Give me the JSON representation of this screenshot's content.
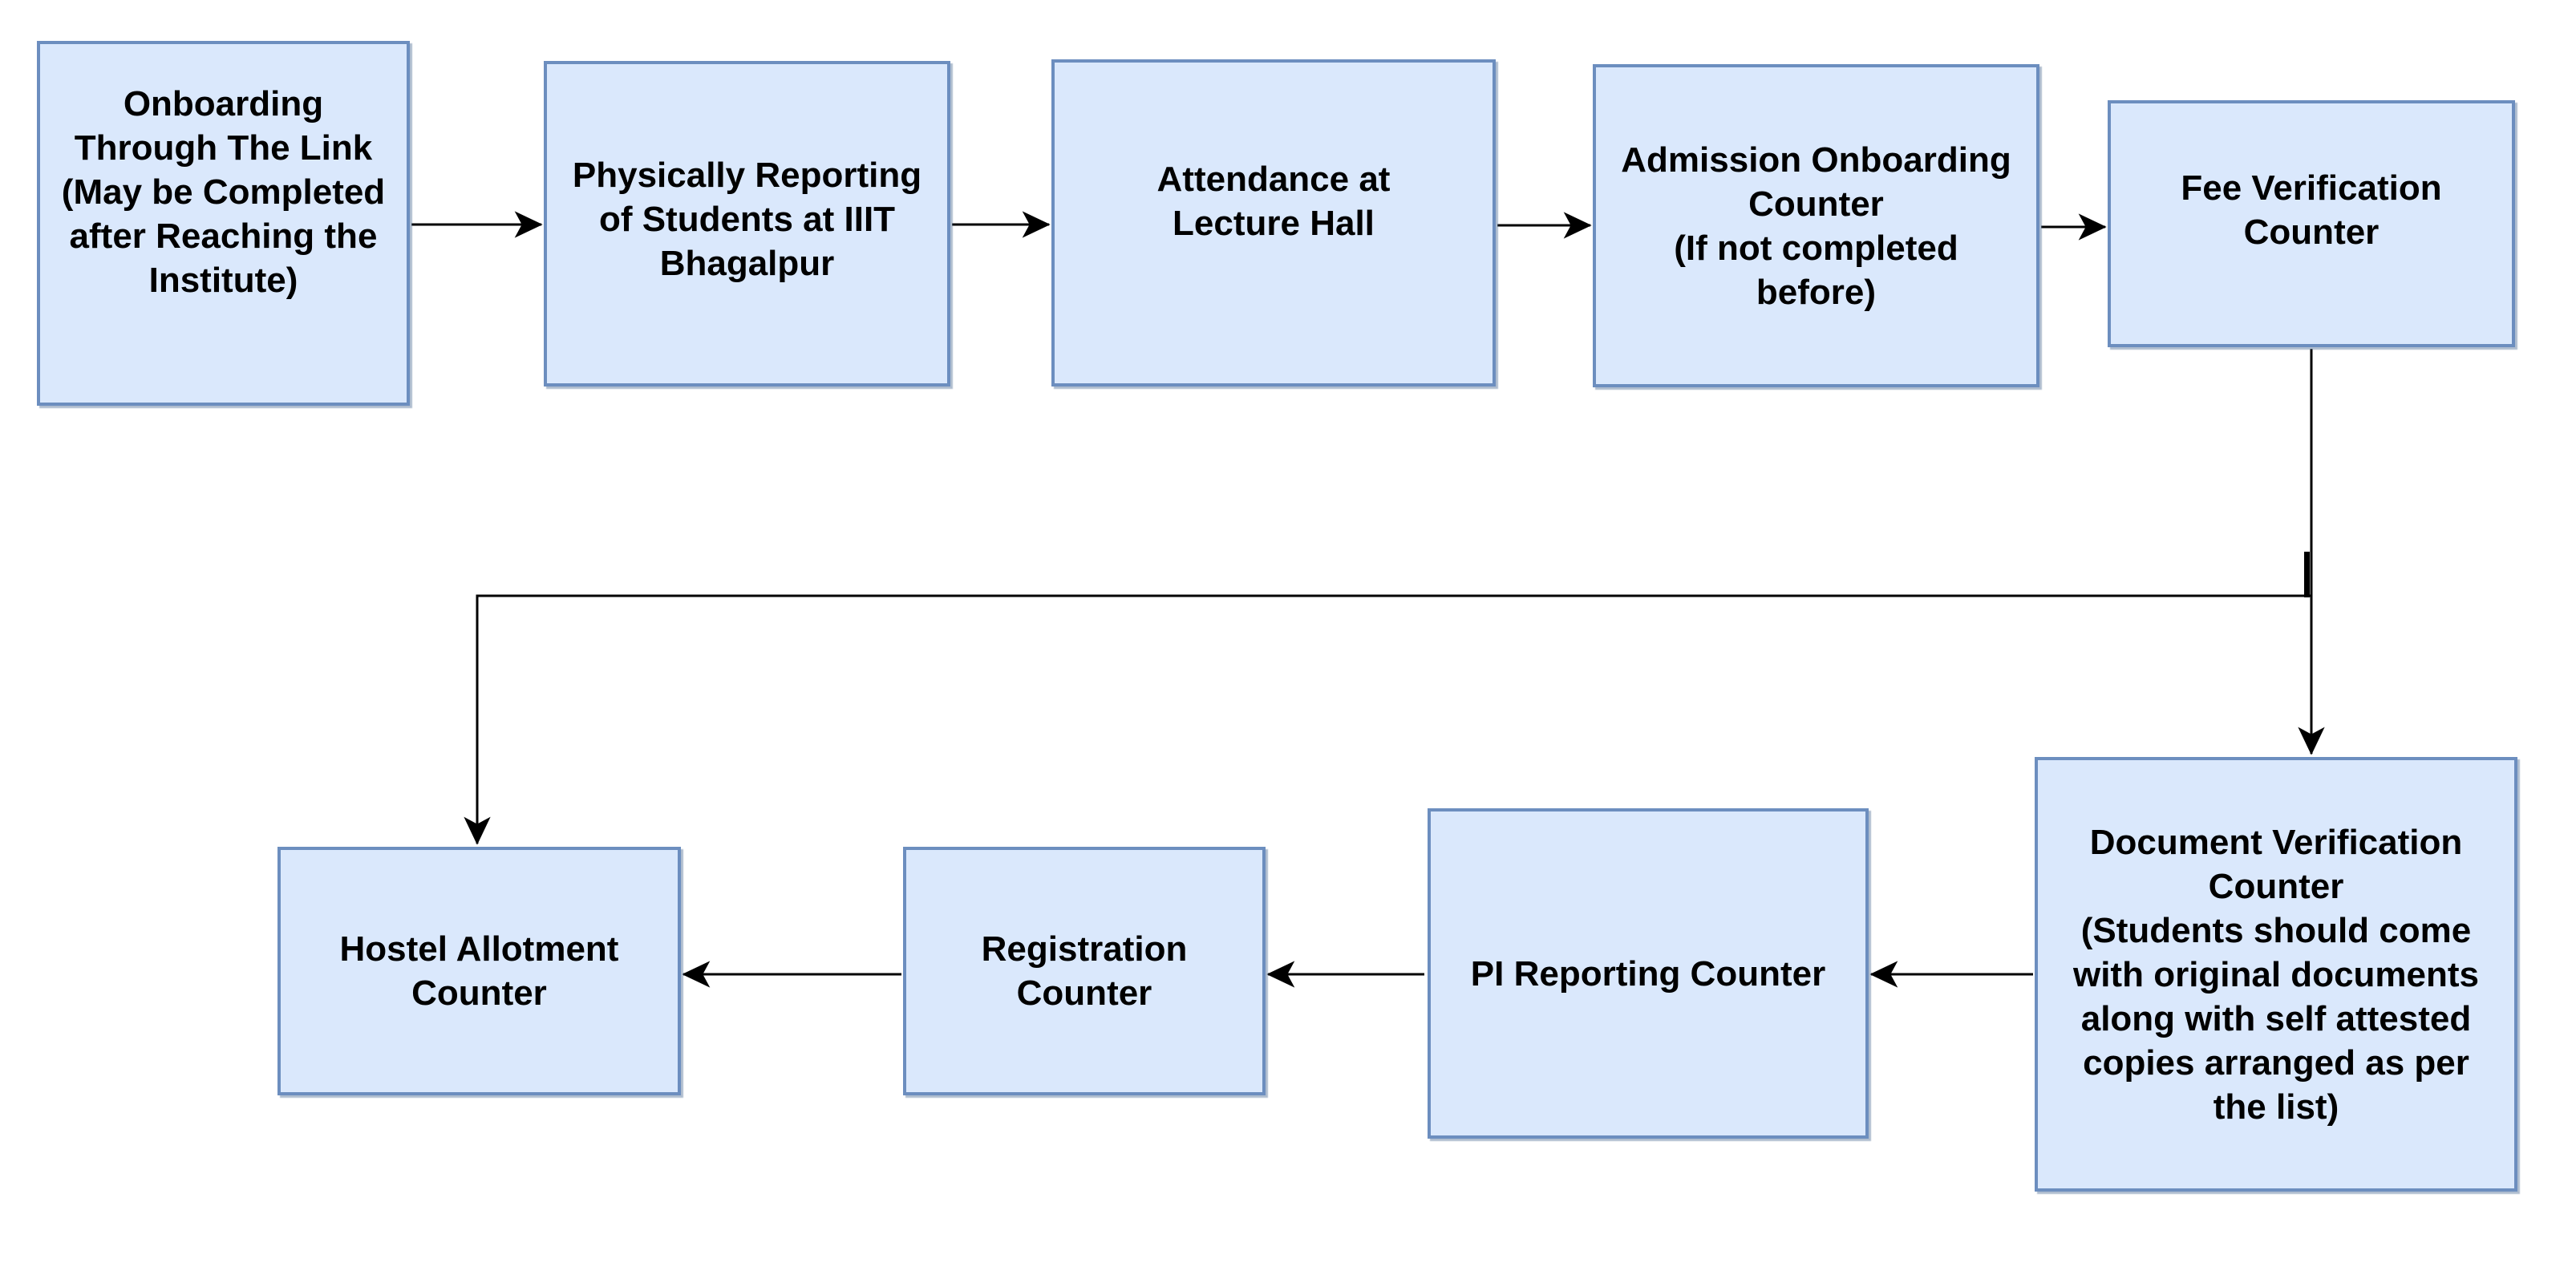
{
  "diagram": {
    "type": "flowchart",
    "background_color": "#ffffff",
    "colors": {
      "node_fill": "#dae8fc",
      "node_border": "#6c8ebf",
      "connector": "#000000",
      "text": "#000000"
    },
    "nodes": {
      "onboarding_link": {
        "label": "Onboarding\nThrough The Link\n(May be Completed\nafter Reaching the\nInstitute)"
      },
      "physical_reporting": {
        "label": "Physically Reporting\nof Students at IIIT\nBhagalpur"
      },
      "attendance": {
        "label": "Attendance at\nLecture Hall"
      },
      "admission_counter": {
        "label": "Admission Onboarding\nCounter\n(If not completed\nbefore)"
      },
      "fee_verification": {
        "label": "Fee Verification\nCounter"
      },
      "document_verification": {
        "label": "Document Verification\nCounter\n(Students should come\nwith original documents\nalong with self attested\ncopies arranged as per\nthe list)"
      },
      "pi_reporting": {
        "label": "PI Reporting Counter"
      },
      "registration": {
        "label": "Registration\nCounter"
      },
      "hostel_allotment": {
        "label": "Hostel Allotment\nCounter"
      }
    },
    "edges": [
      {
        "from": "onboarding_link",
        "to": "physical_reporting",
        "direction": "right"
      },
      {
        "from": "physical_reporting",
        "to": "attendance",
        "direction": "right"
      },
      {
        "from": "attendance",
        "to": "admission_counter",
        "direction": "right"
      },
      {
        "from": "admission_counter",
        "to": "fee_verification",
        "direction": "right"
      },
      {
        "from": "fee_verification",
        "to": "document_verification",
        "direction": "down"
      },
      {
        "from": "fee_verification",
        "to": "hostel_allotment",
        "direction": "down-left-down",
        "via": "junction on vertical drop"
      },
      {
        "from": "document_verification",
        "to": "pi_reporting",
        "direction": "left"
      },
      {
        "from": "pi_reporting",
        "to": "registration",
        "direction": "left"
      },
      {
        "from": "registration",
        "to": "hostel_allotment",
        "direction": "left"
      }
    ]
  }
}
